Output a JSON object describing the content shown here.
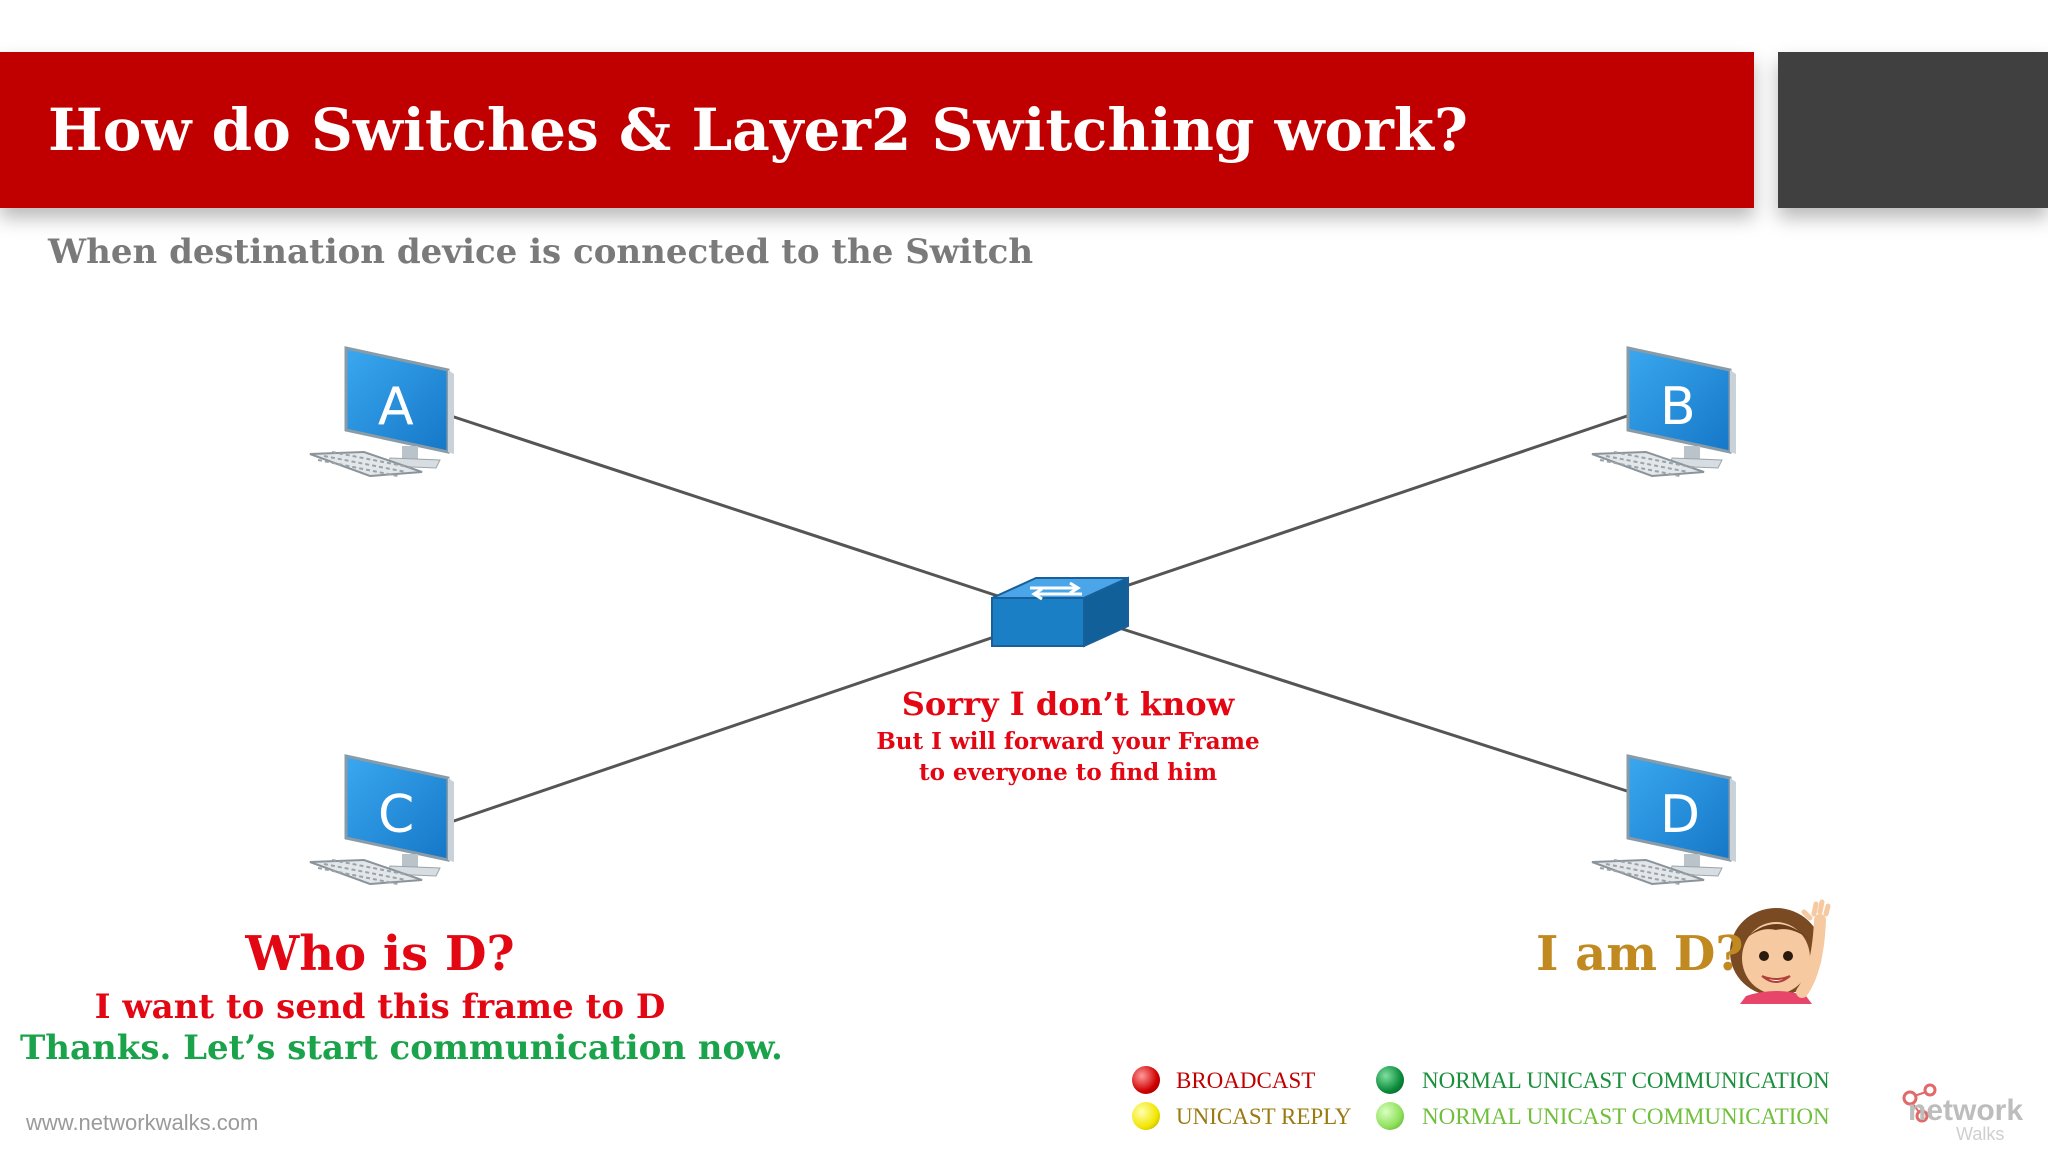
{
  "slide": {
    "title": "How do Switches & Layer2 Switching work?",
    "subtitle": "When destination device is connected to the Switch"
  },
  "devices": {
    "a": "A",
    "b": "B",
    "c": "C",
    "d": "D"
  },
  "switch_message": {
    "line1": "Sorry I don’t know",
    "line2": "But I will forward your Frame",
    "line3": "to everyone to find him"
  },
  "sender": {
    "line1": "Who is D?",
    "line2": "I want to send this frame to D",
    "line3": "Thanks. Let’s start communication now."
  },
  "receiver": {
    "reply": "I am D?"
  },
  "legend": {
    "items": [
      {
        "label": "BROADCAST",
        "dot_color": "#e00000",
        "text_color": "#c00000"
      },
      {
        "label": "NORMAL UNICAST COMMUNICATION",
        "dot_color": "#0a8a3a",
        "text_color": "#1a8f3c"
      },
      {
        "label": "UNICAST REPLY",
        "dot_color": "#f2e600",
        "text_color": "#9a7a10"
      },
      {
        "label": "NORMAL UNICAST COMMUNICATION",
        "dot_color": "#8ee05a",
        "text_color": "#6fbf3a"
      }
    ]
  },
  "footer": {
    "website": "www.networkwalks.com",
    "logo_main": "network",
    "logo_sub": "Walks"
  },
  "colors": {
    "title_bar": "#c00000",
    "accent_gray": "#404040",
    "pc_screen": "#1e8fe0",
    "switch": "#1a7fc4"
  }
}
